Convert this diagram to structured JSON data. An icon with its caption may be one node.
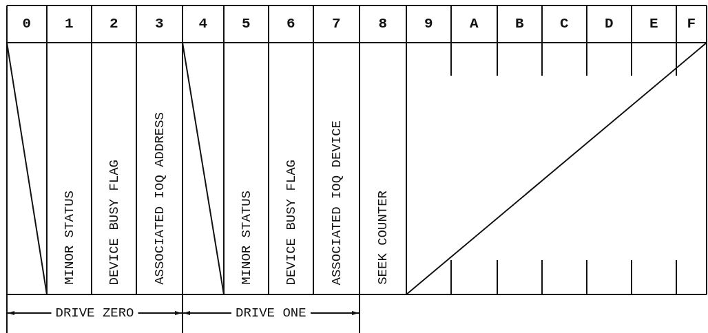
{
  "diagram": {
    "labels": [
      "0",
      "1",
      "2",
      "3",
      "4",
      "5",
      "6",
      "7",
      "8",
      "9",
      "A",
      "B",
      "C",
      "D",
      "E",
      "F",
      "MINOR STATUS",
      "DEVICE BUSY FLAG",
      "ASSOCIATED IOQ ADDRESS",
      "MINOR STATUS",
      "DEVICE BUSY FLAG",
      "ASSOCIATED IOQ DEVICE",
      "SEEK COUNTER",
      "DRIVE ZERO",
      "DRIVE ONE"
    ]
  }
}
